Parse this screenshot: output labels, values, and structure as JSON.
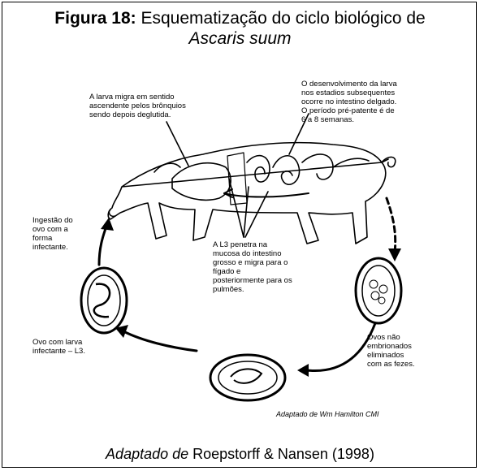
{
  "title": {
    "bold": "Figura 18:",
    "rest": " Esquematização do ciclo biológico de",
    "species": "Ascaris suum"
  },
  "notes": {
    "development": [
      "O desenvolvimento da larva",
      "nos estadios subsequentes",
      "ocorre no intestino delgado.",
      "O período pré-patente é de",
      "6 a 8 semanas."
    ],
    "migration": [
      "A larva migra em sentido",
      "ascendente pelos brônquios",
      "sendo depois deglutida."
    ],
    "ingestion": [
      "Ingestão do",
      "ovo com a",
      "forma",
      "infectante."
    ],
    "l3": [
      "A L3 penetra na",
      "mucosa do intestino",
      "grosso e migra para o",
      "fígado e",
      "posteriormente para os",
      "pulmões."
    ],
    "infective_egg": [
      "Ovo com larva",
      "infectante – L3."
    ],
    "unembryonated": [
      "Ovos não",
      "embrionados",
      "eliminados",
      "com as fezes."
    ]
  },
  "inner_credit": "Adaptado de Wm Hamilton CMI",
  "source": {
    "italic": "Adaptado de",
    "rest": " Roepstorff & Nansen (1998)"
  }
}
